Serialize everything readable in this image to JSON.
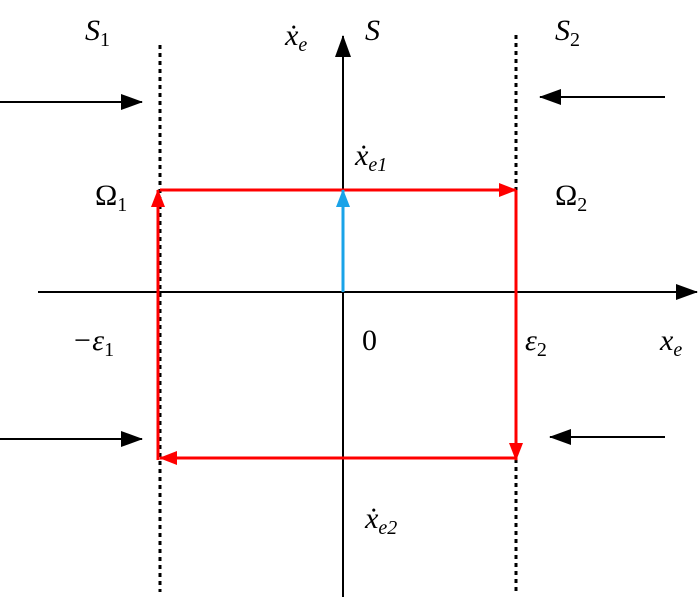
{
  "labels": {
    "s1": {
      "base": "S",
      "sub": "1"
    },
    "s": {
      "base": "S"
    },
    "s2": {
      "base": "S",
      "sub": "2"
    },
    "xe_dot_axis": {
      "base": "ẋ",
      "sub": "e"
    },
    "xe_axis": {
      "base": "x",
      "sub": "e"
    },
    "xe1": {
      "base": "ẋ",
      "sub": "e1"
    },
    "xe2": {
      "base": "ẋ",
      "sub": "e2"
    },
    "omega1": {
      "base": "Ω",
      "sub": "1"
    },
    "omega2": {
      "base": "Ω",
      "sub": "2"
    },
    "neg_eps1": {
      "base": "−ε",
      "sub": "1"
    },
    "eps2": {
      "base": "ε",
      "sub": "2"
    },
    "origin": "0"
  },
  "colors": {
    "trajectory": "#ff0000",
    "initial": "#1aa3e8",
    "axis": "#000000"
  }
}
